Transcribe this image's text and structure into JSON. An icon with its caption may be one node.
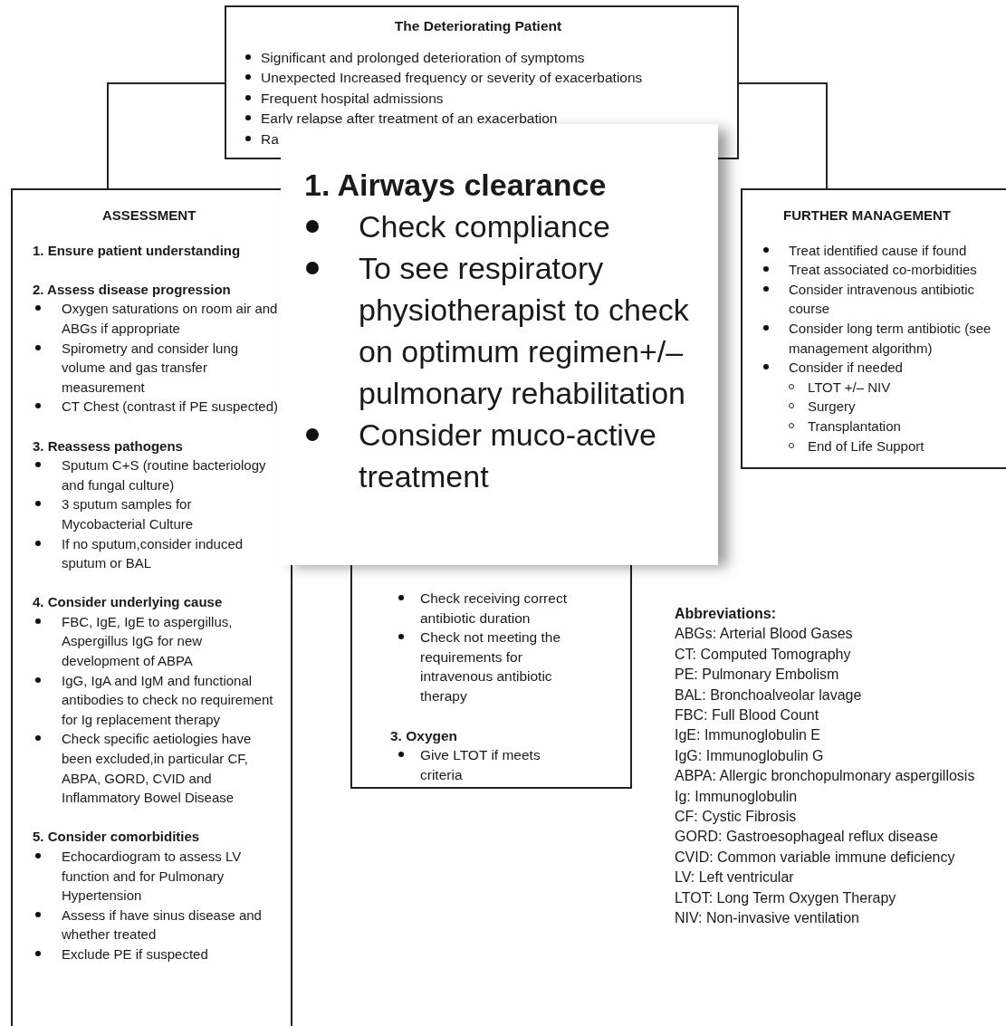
{
  "diagram": {
    "nodes": [
      {
        "text": [
          "The Deteriorating Patient",
          "Significant and prolonged deterioration of symptoms",
          "Unexpected Increased frequency or severity of exacerbations",
          "Frequent hospital admissions",
          "Early relapse after treatment of an exacerbation",
          "Ra"
        ]
      },
      {
        "text": [
          "1. Airways clearance",
          "Check compliance",
          "To see respiratory physiotherapist to check on optimum regimen+/– pulmonary rehabilitation",
          "Consider muco-active treatment"
        ]
      },
      {
        "text": [
          "ASSESSMENT",
          "1. Ensure patient understanding",
          "2. Assess disease progression",
          "Oxygen saturations on room air and ABGs if appropriate",
          "Spirometry and consider lung volume and gas transfer measurement",
          "CT Chest (contrast if PE suspected)",
          "3. Reassess pathogens",
          "Sputum C+S (routine bacteriology and fungal culture)",
          "3 sputum samples for Mycobacterial Culture",
          "If no sputum,consider induced sputum or BAL",
          "4. Consider underlying cause",
          "FBC, IgE, IgE to aspergillus, Aspergillus IgG for new development of ABPA",
          "IgG, IgA and IgM and functional antibodies to check no requirement for Ig replacement therapy",
          "Check specific aetiologies have been excluded,in particular CF, ABPA, GORD, CVID and Inflammatory Bowel Disease",
          "5. Consider comorbidities",
          "Echocardiogram to assess LV function and for Pulmonary Hypertension",
          "Assess if have sinus disease and whether treated",
          "Exclude PE if suspected"
        ]
      },
      {
        "text": [
          "Check receiving correct antibiotic duration",
          "Check not meeting the requirements for intravenous antibiotic therapy",
          "3. Oxygen",
          "Give LTOT if meets criteria"
        ]
      },
      {
        "text": [
          "FURTHER MANAGEMENT",
          "Treat identified cause if found",
          "Treat associated co-morbidities",
          "Consider intravenous antibiotic course",
          "Consider long term antibiotic (see management algorithm)",
          "Consider if needed",
          "LTOT +/– NIV",
          "Surgery",
          "Transplantation",
          "End of Life Support"
        ]
      }
    ],
    "edges": [
      {
        "from": 0,
        "to": 2,
        "arrow": "none"
      },
      {
        "from": 0,
        "to": 4,
        "arrow": "none"
      }
    ],
    "labels": [
      "Abbreviations:",
      "ABGs: Arterial Blood Gases",
      "CT: Computed Tomography",
      "PE: Pulmonary Embolism",
      "BAL: Bronchoalveolar lavage",
      "FBC: Full Blood Count",
      "IgE: Immunoglobulin E",
      "IgG: Immunoglobulin G",
      "ABPA: Allergic bronchopulmonary aspergillosis",
      "Ig: Immunoglobulin",
      "CF: Cystic Fibrosis",
      "GORD: Gastroesophageal reflux disease",
      "CVID: Common variable immune deficiency",
      "LV: Left ventricular",
      "LTOT: Long Term Oxygen Therapy",
      "NIV: Non-invasive ventilation"
    ]
  }
}
